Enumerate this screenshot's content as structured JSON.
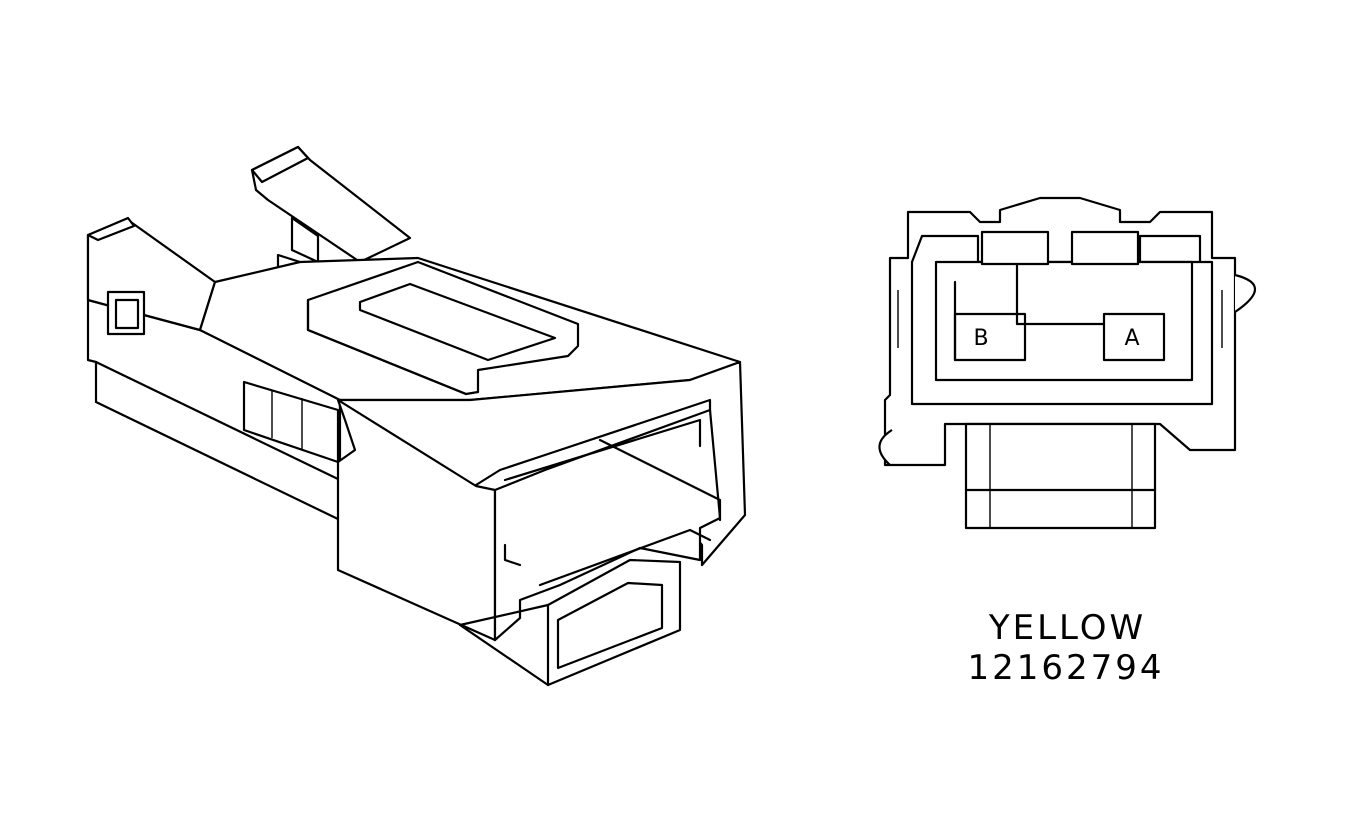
{
  "connector": {
    "color_name": "YELLOW",
    "part_number": "12162794",
    "pins": [
      {
        "label": "B"
      },
      {
        "label": "A"
      }
    ]
  },
  "colors": {
    "line": "#000000",
    "background": "#ffffff"
  }
}
